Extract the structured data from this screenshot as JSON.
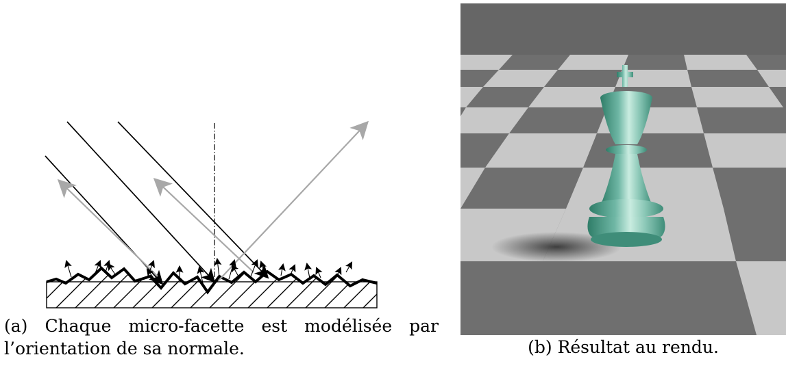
{
  "figure_a": {
    "label": "(a)",
    "caption": "Chaque micro-facette est modélisée par l’orientation de sa normale.",
    "colors": {
      "surface": "#000000",
      "incident_rays": "#000000",
      "reflected_rays": "#a8a8a8",
      "normal_line": "#000000"
    }
  },
  "figure_b": {
    "label": "(b)",
    "caption": "Résultat au rendu.",
    "colors": {
      "background_wall": "#666666",
      "tile_light": "#c8c8c8",
      "tile_dark": "#6f6f6f",
      "piece": "#6fb7a5",
      "piece_highlight": "#c9ece0",
      "shadow": "#2f2f2f"
    }
  }
}
